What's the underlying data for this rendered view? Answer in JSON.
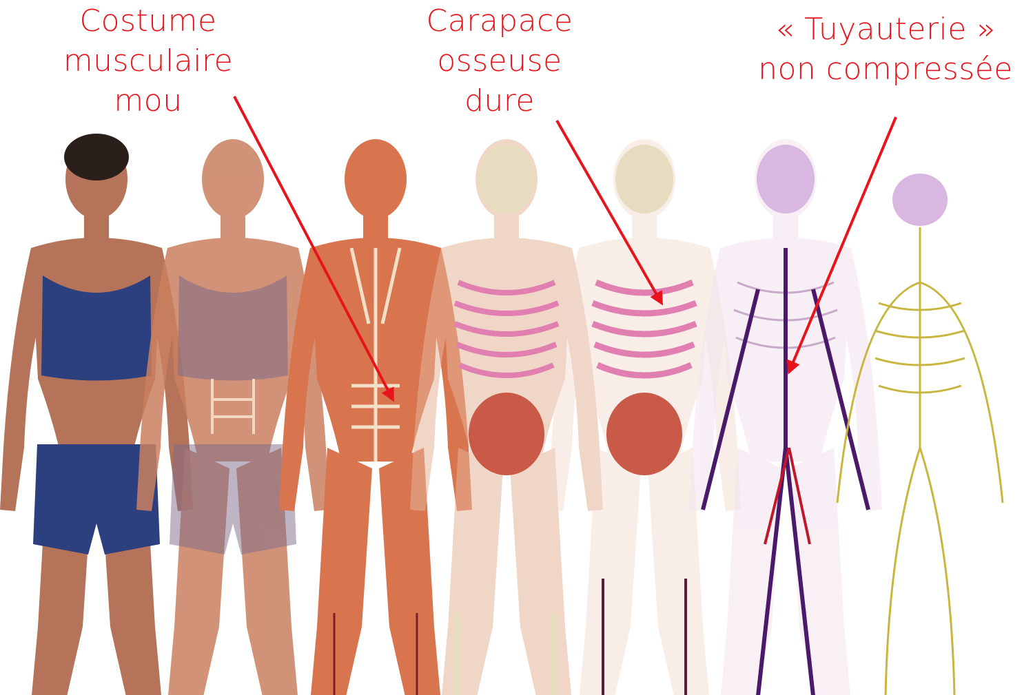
{
  "annotations": {
    "muscle": {
      "lines": [
        "Costume",
        "musculaire",
        "mou"
      ]
    },
    "bone": {
      "lines": [
        "Carapace",
        "osseuse",
        "dure"
      ]
    },
    "pipes": {
      "lines": [
        "« Tuyauterie »",
        "non compressée"
      ]
    }
  },
  "figures": [
    {
      "name": "clothed-figure",
      "layer": "skin"
    },
    {
      "name": "translucent-skin-figure",
      "layer": "skin+muscle"
    },
    {
      "name": "muscle-figure",
      "layer": "muscle"
    },
    {
      "name": "skeleton-organs-figure",
      "layer": "bone+organs"
    },
    {
      "name": "skeleton-organs-figure-2",
      "layer": "bone+organs"
    },
    {
      "name": "vascular-figure",
      "layer": "vessels"
    },
    {
      "name": "nervous-figure",
      "layer": "nerves"
    }
  ],
  "colors": {
    "annotation": "#e8141b",
    "skin": "#b5735a",
    "clothing": "#2c3f7e",
    "muscle": "#d8744e",
    "bone": "#e8dcc0",
    "ribs": "#e07fb0",
    "organs": "#c95a48",
    "vessels": "#4a1a6a",
    "nerves": "#c9b640",
    "brain": "#d8b8e0"
  }
}
